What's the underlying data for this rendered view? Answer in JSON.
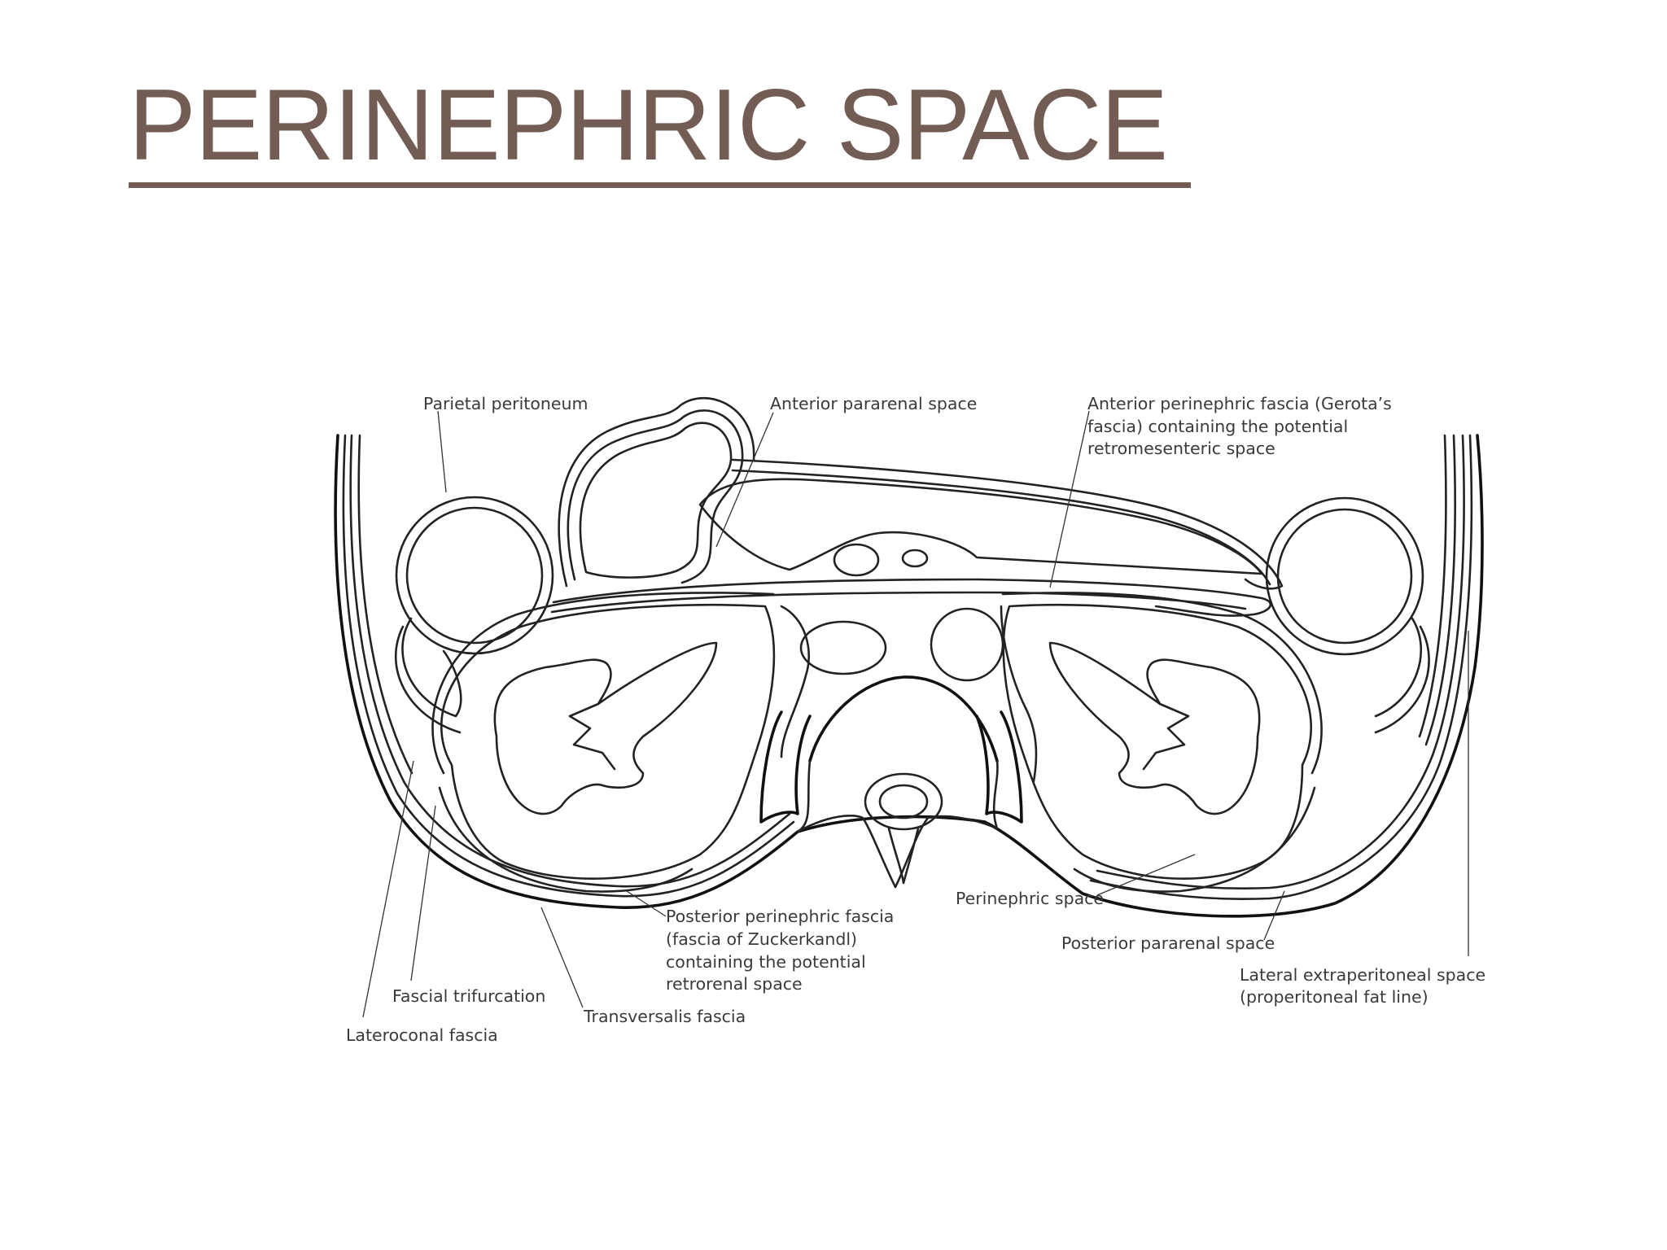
{
  "title": "PERINEPHRIC SPACE",
  "labels": {
    "parietal_peritoneum": "Parietal peritoneum",
    "anterior_pararenal_space": "Anterior pararenal space",
    "anterior_perinephric_fascia_1": "Anterior perinephric fascia (Gerota’s",
    "anterior_perinephric_fascia_2": "fascia) containing the potential",
    "anterior_perinephric_fascia_3": "retromesenteric space",
    "perinephric_space": "Perinephric space",
    "posterior_pararenal_space": "Posterior pararenal space",
    "lateral_extraperitoneal_1": "Lateral extraperitoneal space",
    "lateral_extraperitoneal_2": "(properitoneal fat line)",
    "posterior_perinephric_fascia_1": "Posterior perinephric fascia",
    "posterior_perinephric_fascia_2": "(fascia of Zuckerkandl)",
    "posterior_perinephric_fascia_3": "containing the potential",
    "posterior_perinephric_fascia_4": "retrorenal space",
    "transversalis_fascia": "Transversalis fascia",
    "fascial_trifurcation": "Fascial trifurcation",
    "lateroconal_fascia": "Lateroconal fascia"
  },
  "colors": {
    "title": "#735c54",
    "line_art": "#222222",
    "label_text": "#3a3a3a"
  }
}
